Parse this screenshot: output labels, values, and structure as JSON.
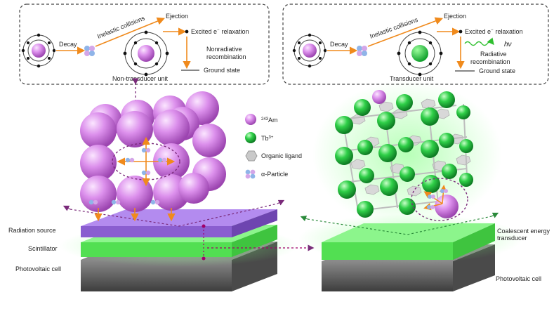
{
  "left_panel": {
    "decay": "Decay",
    "inelastic": "Inelastic collisions",
    "ejection": "Ejection",
    "excited_prefix": "Excited e",
    "excited_suffix": "relaxation",
    "nonrad_line1": "Nonradiative",
    "nonrad_line2": "recombination",
    "ground": "Ground state",
    "unit": "Non-transducer unit"
  },
  "right_panel": {
    "decay": "Decay",
    "inelastic": "Inelastic collisions",
    "ejection": "Ejection",
    "excited_prefix": "Excited e",
    "excited_suffix": "relaxation",
    "rad_line1": "Radiative",
    "rad_line2": "recombination",
    "hv": "hν",
    "ground": "Ground state",
    "unit": "Transducer unit"
  },
  "legend": {
    "am_sup": "243",
    "am": "Am",
    "tb": "Tb",
    "tb_sup": "3+",
    "ligand": "Organic ligand",
    "alpha": "α-Particle"
  },
  "left_device": {
    "radiation_source": "Radiation source",
    "scintillator": "Scintillator",
    "photovoltaic": "Photovoltaic cell"
  },
  "right_device": {
    "transducer_line1": "Coalescent energy",
    "transducer_line2": "transducer",
    "photovoltaic": "Photovoltaic cell"
  },
  "colors": {
    "americium": "#d98be8",
    "terbium": "#2ec24a",
    "arrow_orange": "#f08a1c",
    "radiation_slab": "#9a6ad6",
    "scintillator": "#5fe060",
    "photovoltaic": "#6b6b6b",
    "dashed_purple": "#7a2a7a"
  }
}
